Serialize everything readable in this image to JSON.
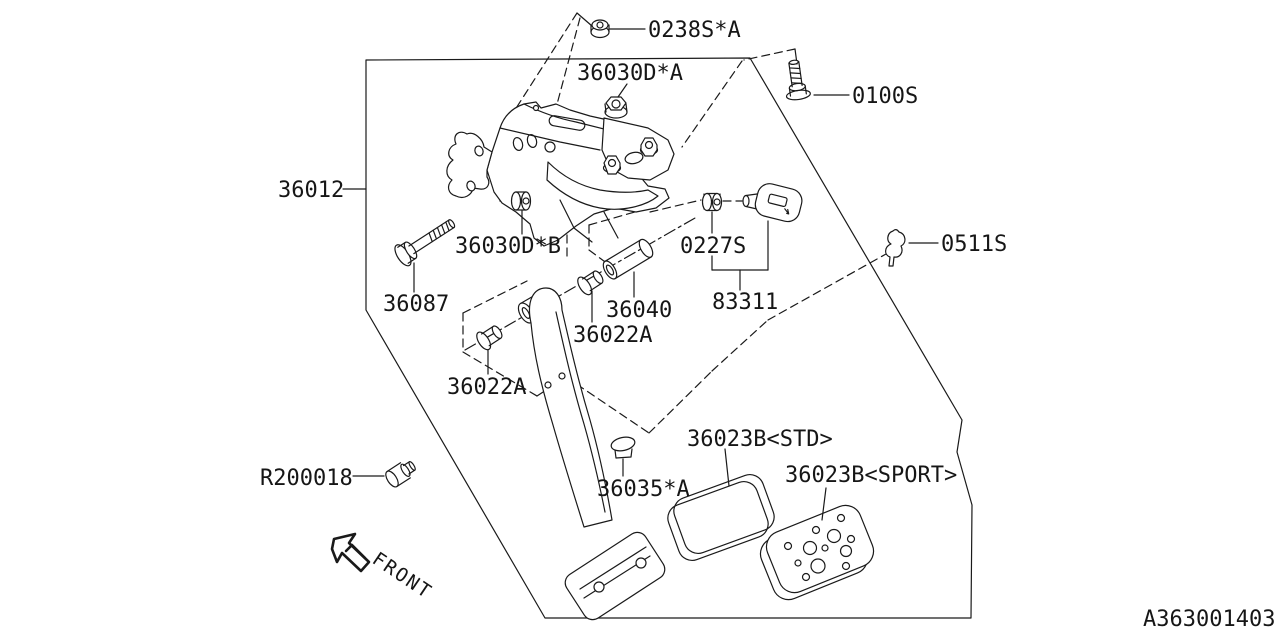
{
  "diagram": {
    "footer_code": "A363001403",
    "front_label": "FRONT",
    "line_color": "#1a1a1a",
    "bg_color": "#ffffff",
    "labels": {
      "nut_0238sa": "0238S*A",
      "damper_a": "36030D*A",
      "bolt_0100s": "0100S",
      "bracket_36012": "36012",
      "damper_b": "36030D*B",
      "rod_nut_0227s": "0227S",
      "clip_0511s": "0511S",
      "bolt_36087": "36087",
      "switch_83311": "83311",
      "spacer_36040": "36040",
      "bushing_right": "36022A",
      "bushing_left": "36022A",
      "pin_r200018": "R200018",
      "pad_std": "36023B<STD>",
      "stopper_36035a": "36035*A",
      "pad_sport": "36023B<SPORT>"
    }
  }
}
